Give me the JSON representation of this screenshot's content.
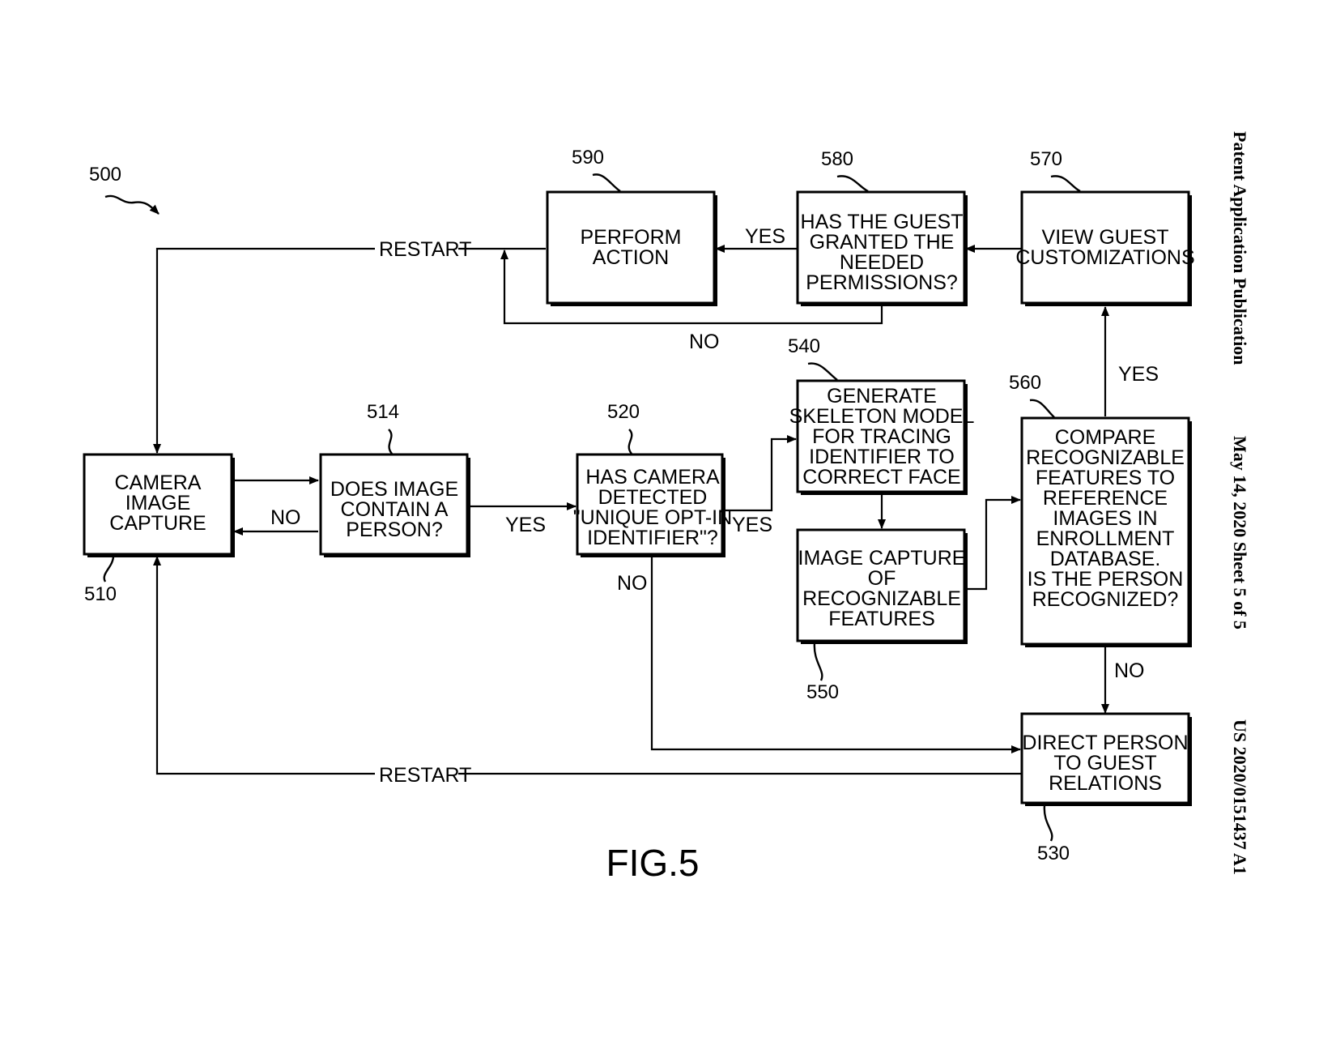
{
  "header": {
    "publication": "Patent Application Publication",
    "date_sheet": "May 14, 2020  Sheet 5 of 5",
    "number": "US 2020/0151437 A1"
  },
  "figure_ref": "500",
  "figure_label": "FIG.5",
  "boxes": {
    "b510": {
      "ref": "510",
      "lines": [
        "CAMERA",
        "IMAGE",
        "CAPTURE"
      ]
    },
    "b514": {
      "ref": "514",
      "lines": [
        "DOES IMAGE",
        "CONTAIN A",
        "PERSON?"
      ]
    },
    "b520": {
      "ref": "520",
      "lines": [
        "HAS CAMERA",
        "DETECTED",
        "\"UNIQUE OPT-IN",
        "IDENTIFIER\"?"
      ]
    },
    "b540": {
      "ref": "540",
      "lines": [
        "GENERATE",
        "SKELETON MODEL",
        "FOR TRACING",
        "IDENTIFIER TO",
        "CORRECT FACE"
      ]
    },
    "b550": {
      "ref": "550",
      "lines": [
        "IMAGE CAPTURE",
        "OF",
        "RECOGNIZABLE",
        "FEATURES"
      ]
    },
    "b560": {
      "ref": "560",
      "lines": [
        "COMPARE",
        "RECOGNIZABLE",
        "FEATURES TO",
        "REFERENCE",
        "IMAGES IN",
        "ENROLLMENT",
        "DATABASE.",
        "",
        "IS THE PERSON",
        "RECOGNIZED?"
      ]
    },
    "b570": {
      "ref": "570",
      "lines": [
        "VIEW GUEST",
        "CUSTOMIZATIONS"
      ]
    },
    "b580": {
      "ref": "580",
      "lines": [
        "HAS THE GUEST",
        "GRANTED THE",
        "NEEDED",
        "PERMISSIONS?"
      ]
    },
    "b590": {
      "ref": "590",
      "lines": [
        "PERFORM",
        "ACTION"
      ]
    },
    "b530": {
      "ref": "530",
      "lines": [
        "DIRECT PERSON",
        "TO GUEST",
        "RELATIONS"
      ]
    }
  },
  "edge_labels": {
    "restart_top": "RESTART",
    "restart_bottom": "RESTART",
    "no_514": "NO",
    "yes_514": "YES",
    "yes_520": "YES",
    "no_520": "NO",
    "yes_560": "YES",
    "no_560": "NO",
    "yes_580": "YES",
    "no_580": "NO"
  }
}
